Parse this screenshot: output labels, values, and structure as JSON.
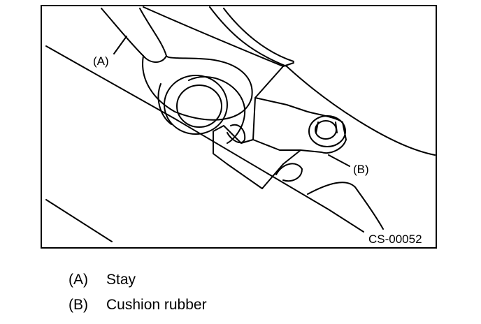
{
  "figure": {
    "callouts": {
      "a": "(A)",
      "b": "(B)"
    },
    "figure_code": "CS-00052"
  },
  "legend": [
    {
      "code": "(A)",
      "text": "Stay"
    },
    {
      "code": "(B)",
      "text": "Cushion rubber"
    }
  ]
}
